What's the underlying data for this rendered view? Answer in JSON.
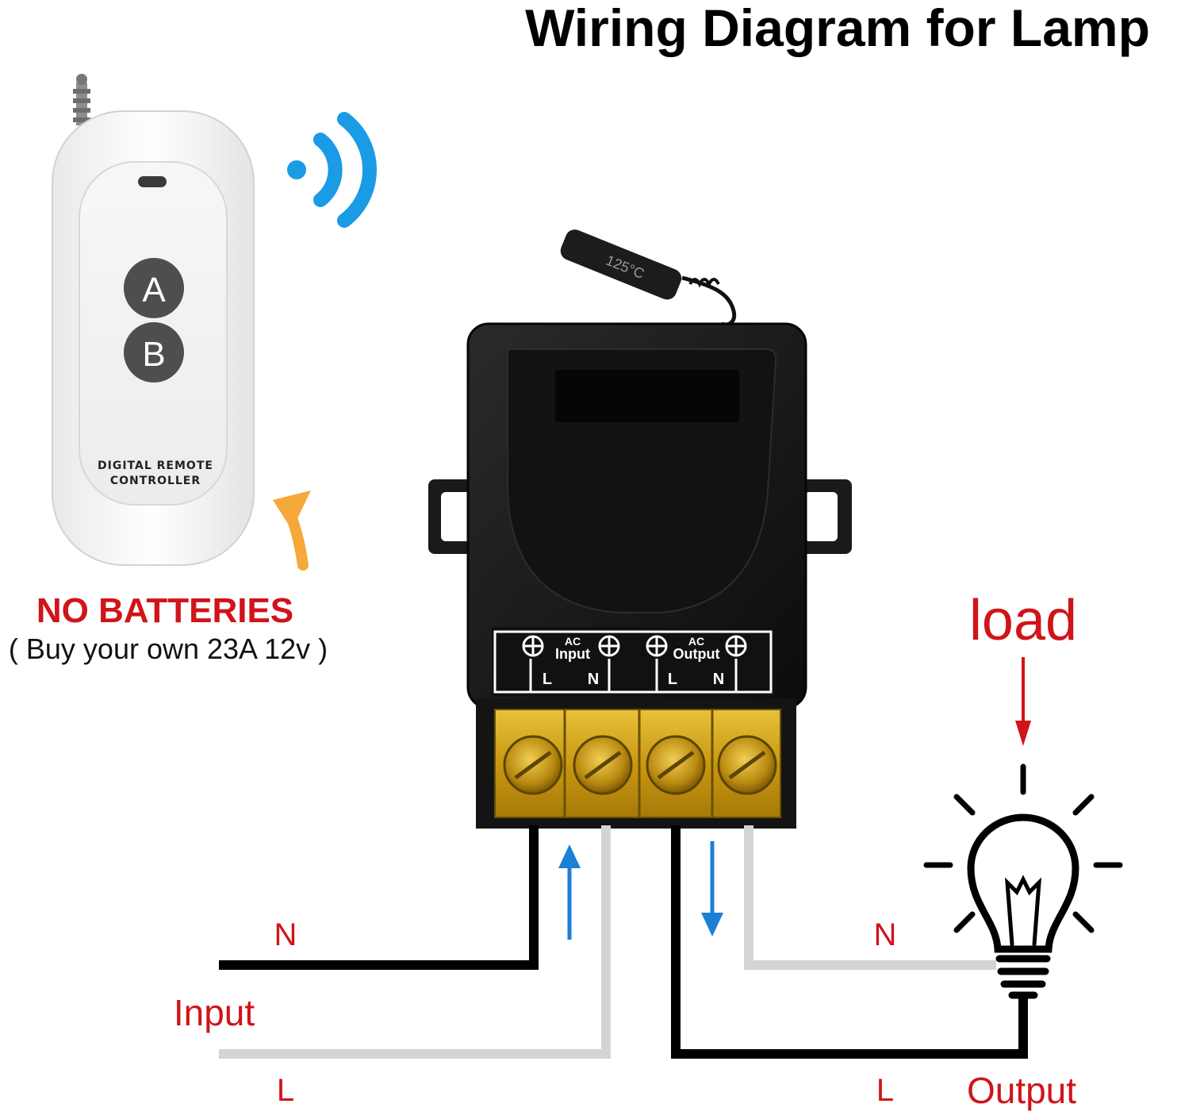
{
  "title": "Wiring Diagram for Lamp",
  "remote": {
    "button_a": "A",
    "button_b": "B",
    "label_line1": "DIGITAL REMOTE",
    "label_line2": "CONTROLLER"
  },
  "notice": {
    "headline": "NO BATTERIES",
    "subline": "( Buy your own 23A 12v )"
  },
  "antenna_label": "125°C",
  "module": {
    "input_group": "AC Input",
    "input_ac": "AC",
    "input_word": "Input",
    "output_ac": "AC",
    "output_word": "Output",
    "terminals": [
      "L",
      "N",
      "L",
      "N"
    ]
  },
  "wiring": {
    "input_n": "N",
    "input_label": "Input",
    "input_l": "L",
    "output_n": "N",
    "output_l": "L",
    "output_label": "Output",
    "load_label": "load"
  },
  "colors": {
    "label_red": "#d0141a",
    "signal_blue": "#1a9be6",
    "arrow_blue": "#1b7fd6",
    "hint_orange": "#f4a93a",
    "terminal_brass": "#d9a91a",
    "wire_black": "#000000",
    "wire_grey": "#d4d4d4"
  }
}
